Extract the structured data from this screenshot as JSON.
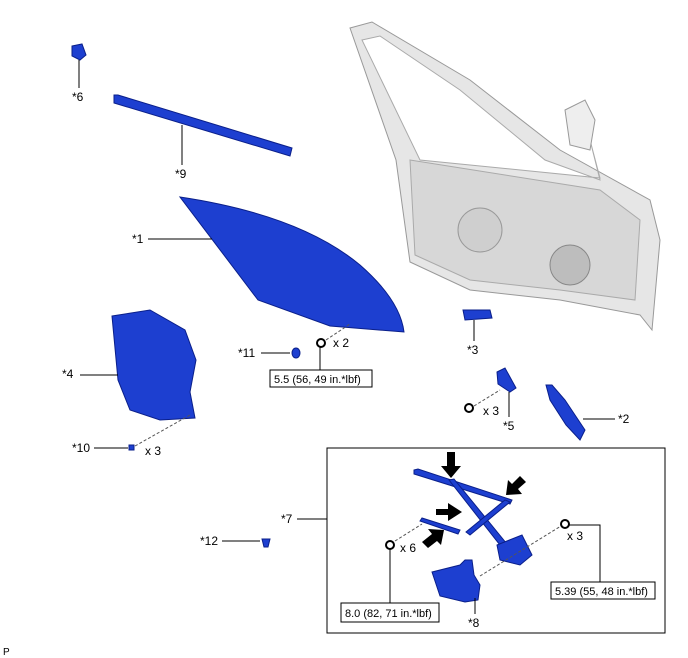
{
  "colors": {
    "part": "#1d3fd0",
    "door": "#e6e6e6",
    "arrow": "#000000"
  },
  "labels": {
    "p6": "*6",
    "p9": "*9",
    "p1": "*1",
    "p11": "*11",
    "p4": "*4",
    "p10": "*10",
    "p3": "*3",
    "p5": "*5",
    "p2": "*2",
    "p7": "*7",
    "p12": "*12",
    "p8": "*8"
  },
  "quantities": {
    "q1": "x 2",
    "q2": "x 3",
    "q3": "x 3",
    "q4": "x 6",
    "q5": "x 3"
  },
  "torques": {
    "t1": "5.5 (56, 49 in.*lbf)",
    "t2": "8.0 (82, 71 in.*lbf)",
    "t3": "5.39 (55, 48 in.*lbf)"
  },
  "corner_mark": "P"
}
